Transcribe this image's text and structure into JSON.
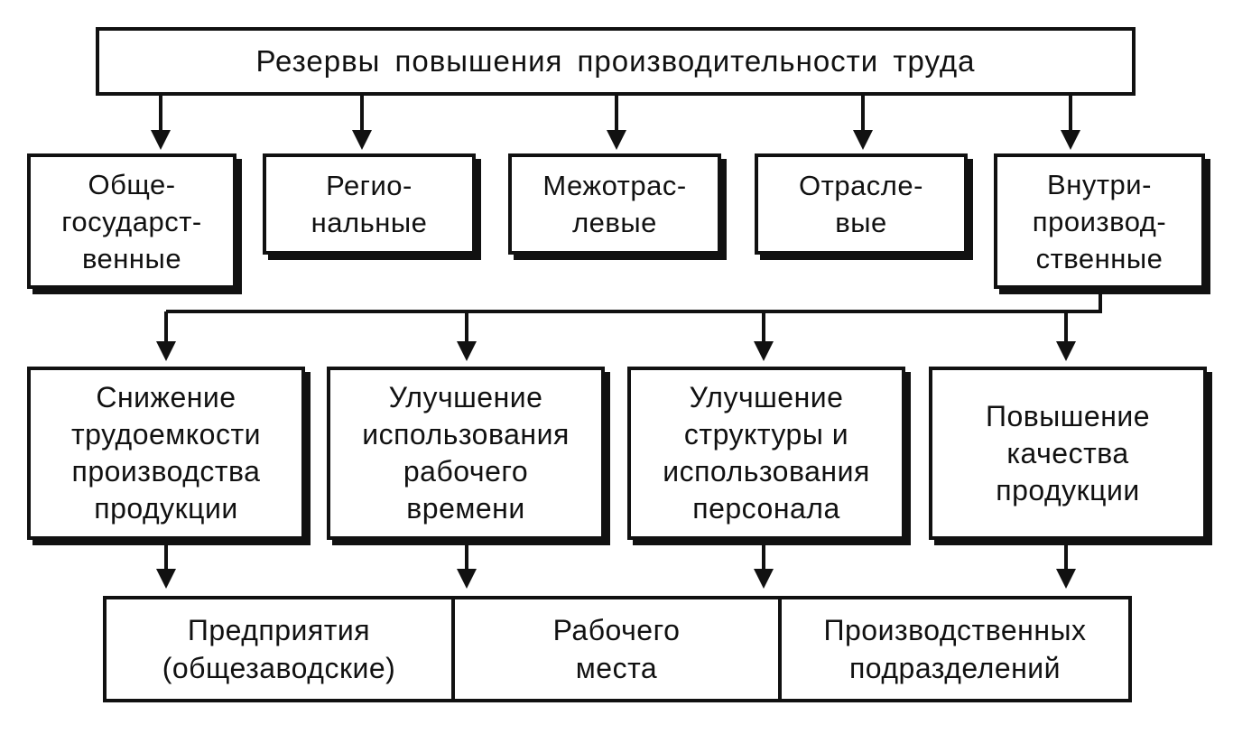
{
  "title": "Резервы повышения производительности труда",
  "levels": [
    {
      "label": "Обще-\nгосударст-\nвенные"
    },
    {
      "label": "Регио-\nнальные"
    },
    {
      "label": "Межотрас-\nлевые"
    },
    {
      "label": "Отрасле-\nвые"
    },
    {
      "label": "Внутри-\nпроизвод-\nственные"
    }
  ],
  "directions": [
    {
      "label": "Снижение\nтрудоемкости\nпроизводства\nпродукции"
    },
    {
      "label": "Улучшение\nиспользования\nрабочего\nвремени"
    },
    {
      "label": "Улучшение\nструктуры и\nиспользования\nперсонала"
    },
    {
      "label": "Повышение\nкачества\nпродукции"
    }
  ],
  "places": [
    {
      "label": "Предприятия\n(общезаводские)"
    },
    {
      "label": "Рабочего\nместа"
    },
    {
      "label": "Производственных\nподразделений"
    }
  ],
  "colors": {
    "line": "#111111",
    "background": "#ffffff"
  }
}
